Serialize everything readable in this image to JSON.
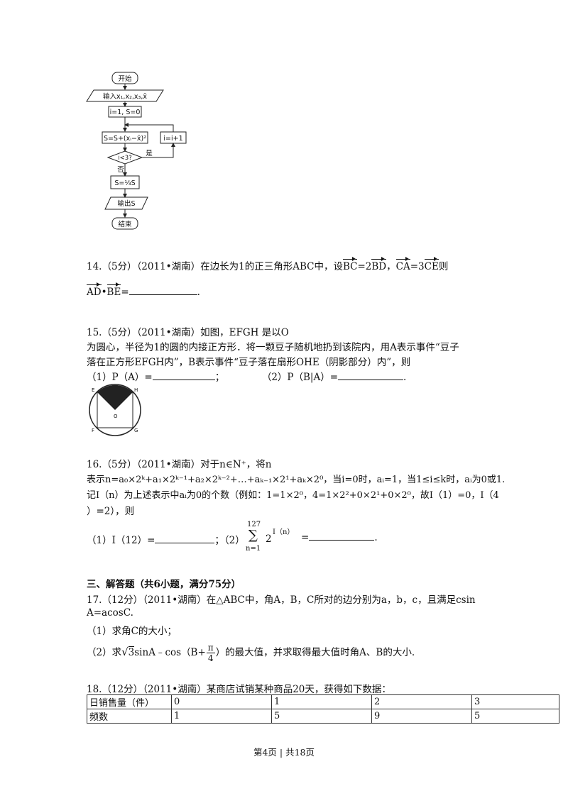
{
  "flowchart": {
    "start": "开始",
    "input": "输入x₁,x₂,x₃,x̄",
    "init": "i=1, S=0",
    "accumulate": "S=S+(xᵢ−x̄)²",
    "increment": "i=i+1",
    "condition": "i<3?",
    "yes_label": "是",
    "no_label": "否",
    "divide": "S=⅓S",
    "output": "输出S",
    "end": "结束"
  },
  "q14": {
    "line1": "14.（5分）（2011•湖南）在边长为1的正三角形ABC中，设",
    "vec_BC": "BC",
    "eq_2": "=2",
    "vec_BD": "BD",
    "comma": "，",
    "vec_CA": "CA",
    "eq_3": "=3",
    "vec_CE": "CE",
    "then": "则",
    "vec_AD": "AD",
    "dot": "•",
    "vec_BE": "BE",
    "eq": "=",
    "period": "."
  },
  "q15": {
    "line1": "15.（5分）（2011•湖南）如图，EFGH 是以O",
    "line2": "为圆心，半径为1的圆的内接正方形．将一颗豆子随机地扔到该院内，用A表示事件“豆子",
    "line3": "落在正方形EFGH内”，B表示事件“豆子落在扇形OHE（阴影部分）内”，则",
    "part1": "（1）P（A）=",
    "part1_end": "；",
    "part2": "（2）P（B|A）=",
    "part2_end": ".",
    "fig_labels": {
      "E": "E",
      "H": "H",
      "O": "O",
      "F": "F",
      "G": "G"
    }
  },
  "q16": {
    "line1": "16.（5分）（2011•湖南）对于n∈N⁺，将n",
    "line2": "表示n=a₀×2ᵏ+a₁×2ᵏ⁻¹+a₂×2ᵏ⁻²+…+aₖ₋₁×2¹+aₖ×2⁰，当i=0时，aᵢ=1，当1≤i≤k时，aᵢ为0或1.",
    "line3": "记I（n）为上述表示中aᵢ为0的个数（例如：1=1×2⁰，4=1×2²+0×2¹+0×2⁰，故I（1）=0，I（4",
    "line4": "）=2），则",
    "part1": "（1）I（12）=",
    "part1_end": "；（2）",
    "sum_upper": "127",
    "sum_sign": "∑",
    "sum_lower": "n=1",
    "sum_term": "2",
    "sum_exp": "I（n）",
    "part2_eq": "=",
    "part2_end": "."
  },
  "section3": {
    "title": "三、解答题（共6小题，满分75分）"
  },
  "q17": {
    "line1": "17.（12分）（2011•湖南）在△ABC中，角A，B，C所对的边分别为a，b，c，且满足csin",
    "line2": "A=acosC.",
    "part1": "（1）求角C的大小；",
    "part2_a": "（2）求",
    "sqrt_num": "3",
    "part2_b": "sinA﹣cos（B+",
    "frac_num": "π",
    "frac_den": "4",
    "part2_c": "）的最大值，并求取得最大值时角A、B的大小."
  },
  "q18": {
    "line1": "18.（12分）（2011•湖南）某商店试销某种商品20天，获得如下数据：",
    "table": [
      [
        "日销售量（件）",
        "0",
        "1",
        "2",
        "3"
      ],
      [
        "频数",
        "1",
        "5",
        "9",
        "5"
      ]
    ]
  },
  "footer": {
    "text": "第4页 | 共18页"
  }
}
